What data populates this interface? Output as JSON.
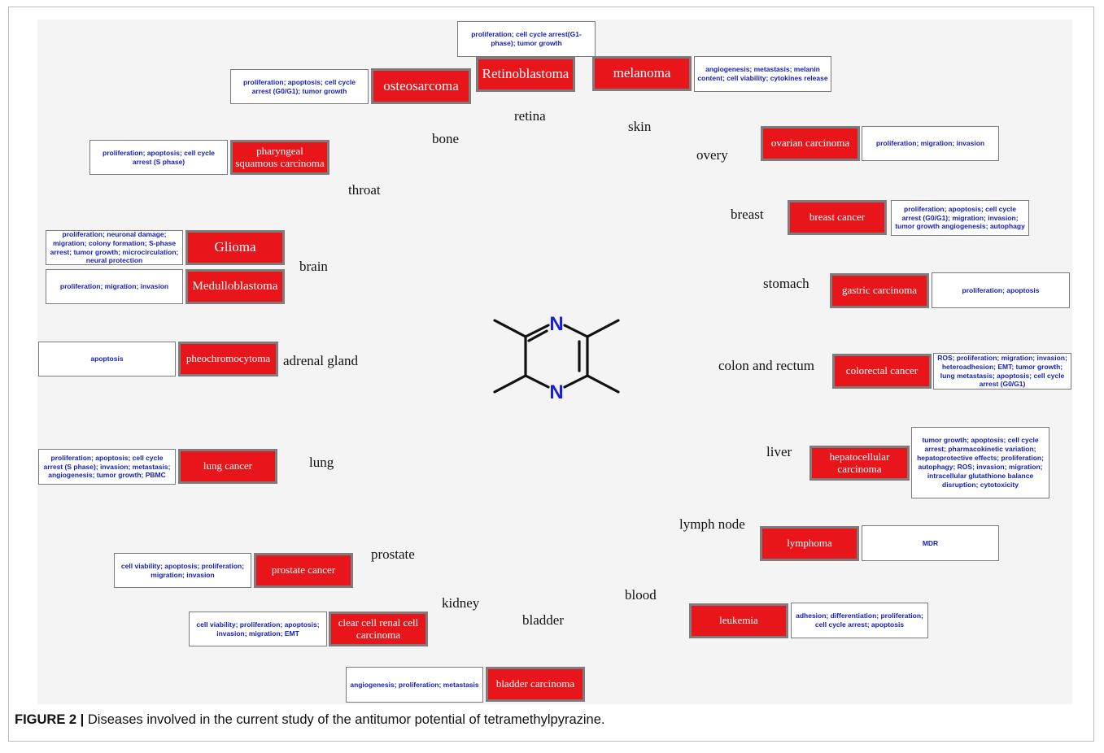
{
  "caption": {
    "label": "FIGURE 2 |",
    "text": "Diseases involved in the current study of the antitumor potential of tetramethylpyrazine."
  },
  "molecule": {
    "atom_label": "N"
  },
  "organs": {
    "retina": "retina",
    "bone": "bone",
    "skin": "skin",
    "throat": "throat",
    "overy": "overy",
    "breast": "breast",
    "brain": "brain",
    "stomach": "stomach",
    "adrenal": "adrenal gland",
    "colon": "colon and rectum",
    "liver": "liver",
    "lung": "lung",
    "lymph": "lymph node",
    "prostate": "prostate",
    "kidney": "kidney",
    "bladder": "bladder",
    "blood": "blood"
  },
  "diseases": {
    "retinoblastoma": "Retinoblastoma",
    "osteosarcoma": "osteosarcoma",
    "melanoma": "melanoma",
    "pharyngeal": "pharyngeal squamous carcinoma",
    "ovarian": "ovarian carcinoma",
    "breast": "breast cancer",
    "glioma": "Glioma",
    "medulloblastoma": "Medulloblastoma",
    "gastric": "gastric carcinoma",
    "pheochromocytoma": "pheochromocytoma",
    "colorectal": "colorectal cancer",
    "lung": "lung cancer",
    "hepatocellular": "hepatocellular carcinoma",
    "lymphoma": "lymphoma",
    "prostate": "prostate cancer",
    "clear_cell": "clear cell renal cell carcinoma",
    "leukemia": "leukemia",
    "bladder": "bladder carcinoma"
  },
  "effects": {
    "retinoblastoma": "proliferation; cell cycle arrest(G1-phase); tumor growth",
    "osteosarcoma": "proliferation; apoptosis; cell cycle arrest (G0/G1); tumor growth",
    "melanoma": "angiogenesis; metastasis; melanin content; cell viability; cytokines release",
    "pharyngeal": "proliferation; apoptosis; cell cycle arrest (S phase)",
    "ovarian": "proliferation; migration; invasion",
    "breast": "proliferation; apoptosis; cell cycle arrest (G0/G1); migration; invasion; tumor growth angiogenesis; autophagy",
    "glioma": "proliferation; neuronal damage; migration; colony formation; S-phase arrest; tumor growth; microcirculation; neural protection",
    "medulloblastoma": "proliferation; migration; invasion",
    "gastric": "proliferation; apoptosis",
    "pheochromocytoma": "apoptosis",
    "colorectal": "ROS; proliferation; migration; invasion; heteroadhesion; EMT; tumor growth; lung metastasis; apoptosis; cell cycle arrest (G0/G1)",
    "lung": "proliferation; apoptosis; cell cycle arrest (S phase); invasion; metastasis; angiogenesis; tumor growth; PBMC",
    "hepatocellular": "tumor growth; apoptosis; cell cycle arrest; pharmacokinetic variation; hepatoprotective effects; proliferation; autophagy; ROS; invasion; migration; intracellular glutathione balance disruption; cytotoxicity",
    "lymphoma": "MDR",
    "prostate": "cell viability; apoptosis; proliferation; migration; invasion",
    "clear_cell": "cell viability; proliferation; apoptosis; invasion; migration; EMT",
    "leukemia": "adhesion; differentiation; proliferation; cell cycle arrest; apoptosis",
    "bladder": "angiogenesis; proliferation; metastasis"
  }
}
